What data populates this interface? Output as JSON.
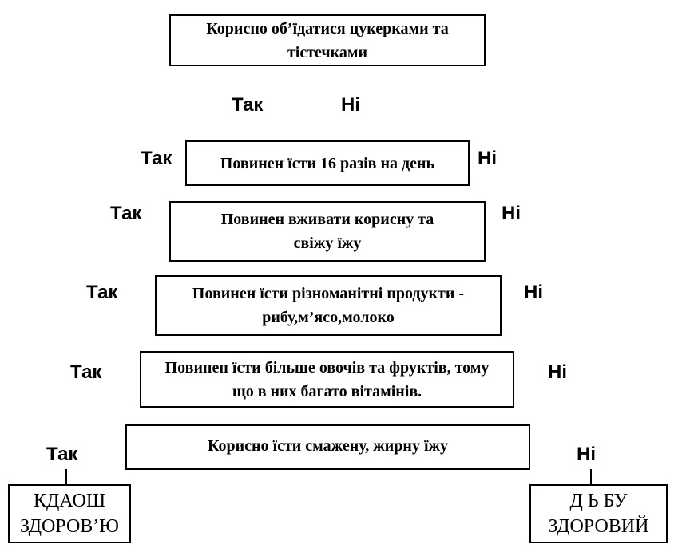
{
  "questions": [
    {
      "text": "Корисно об’їдатися цукерками та тістечками",
      "yes": "Так",
      "no": "Ні"
    },
    {
      "text": "Повинен їсти 16 разів на день",
      "yes": "Так",
      "no": "Ні"
    },
    {
      "text": "Повинен вживати корисну та свіжу їжу",
      "yes": "Так",
      "no": "Ні"
    },
    {
      "text": "Повинен їсти різноманітні продукти - рибу,м’ясо,молоко",
      "yes": "Так",
      "no": "Ні"
    },
    {
      "text": "Повинен їсти більше овочів та фруктів, тому що в них багато вітамінів.",
      "yes": "Так",
      "no": "Ні"
    },
    {
      "text": "Корисно їсти смажену, жирну їжу",
      "yes": "Так",
      "no": "Ні"
    }
  ],
  "outcomes": {
    "left": {
      "line1": "КДАОШ",
      "line2": "ЗДОРОВ’Ю"
    },
    "right": {
      "line1": "Д Ь БУ",
      "line2": "ЗДОРОВИЙ"
    }
  }
}
